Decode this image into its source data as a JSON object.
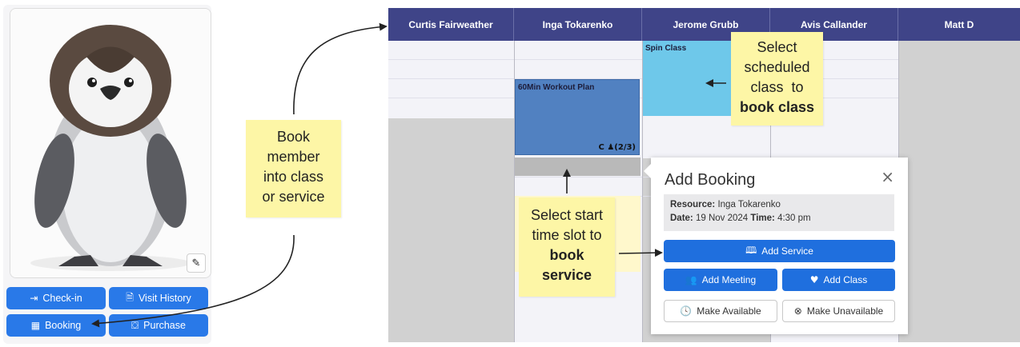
{
  "member": {
    "photo_alt": "",
    "edit_icon": "pencil-icon",
    "buttons": {
      "checkin": "Check-in",
      "visit_history": "Visit History",
      "booking": "Booking",
      "purchase": "Purchase"
    }
  },
  "notes": {
    "book_member": [
      "Book",
      "member",
      "into class",
      "or service"
    ],
    "select_class": {
      "lines": [
        "Select",
        "scheduled",
        "class  to"
      ],
      "bold": "book class"
    },
    "select_slot": {
      "lines": [
        "Select start",
        "time slot to"
      ],
      "bold": [
        "book",
        "service"
      ]
    }
  },
  "calendar": {
    "resources": [
      "Curtis Fairweather",
      "Inga Tokarenko",
      "Jerome Grubb",
      "Avis Callander",
      "Matt D"
    ],
    "events": {
      "workout": {
        "title": "60Min Workout Plan",
        "meta": "C ♟(2/3)"
      },
      "spin": {
        "title": "Spin Class"
      }
    }
  },
  "popup": {
    "title": "Add Booking",
    "close": "×",
    "resource_label": "Resource:",
    "resource_value": "Inga Tokarenko",
    "date_label": "Date:",
    "date_value": "19 Nov 2024",
    "time_label": "Time:",
    "time_value": "4:30 pm",
    "buttons": {
      "add_service": "Add Service",
      "add_meeting": "Add Meeting",
      "add_class": "Add Class",
      "make_available": "Make Available",
      "make_unavailable": "Make Unavailable"
    }
  },
  "colors": {
    "header": "#3f4488",
    "primary_button": "#1f6fde",
    "card_button": "#2979e8",
    "note": "#fdf6a6",
    "workout_event": "#5181c1",
    "spin_event": "#6ec8ea"
  }
}
